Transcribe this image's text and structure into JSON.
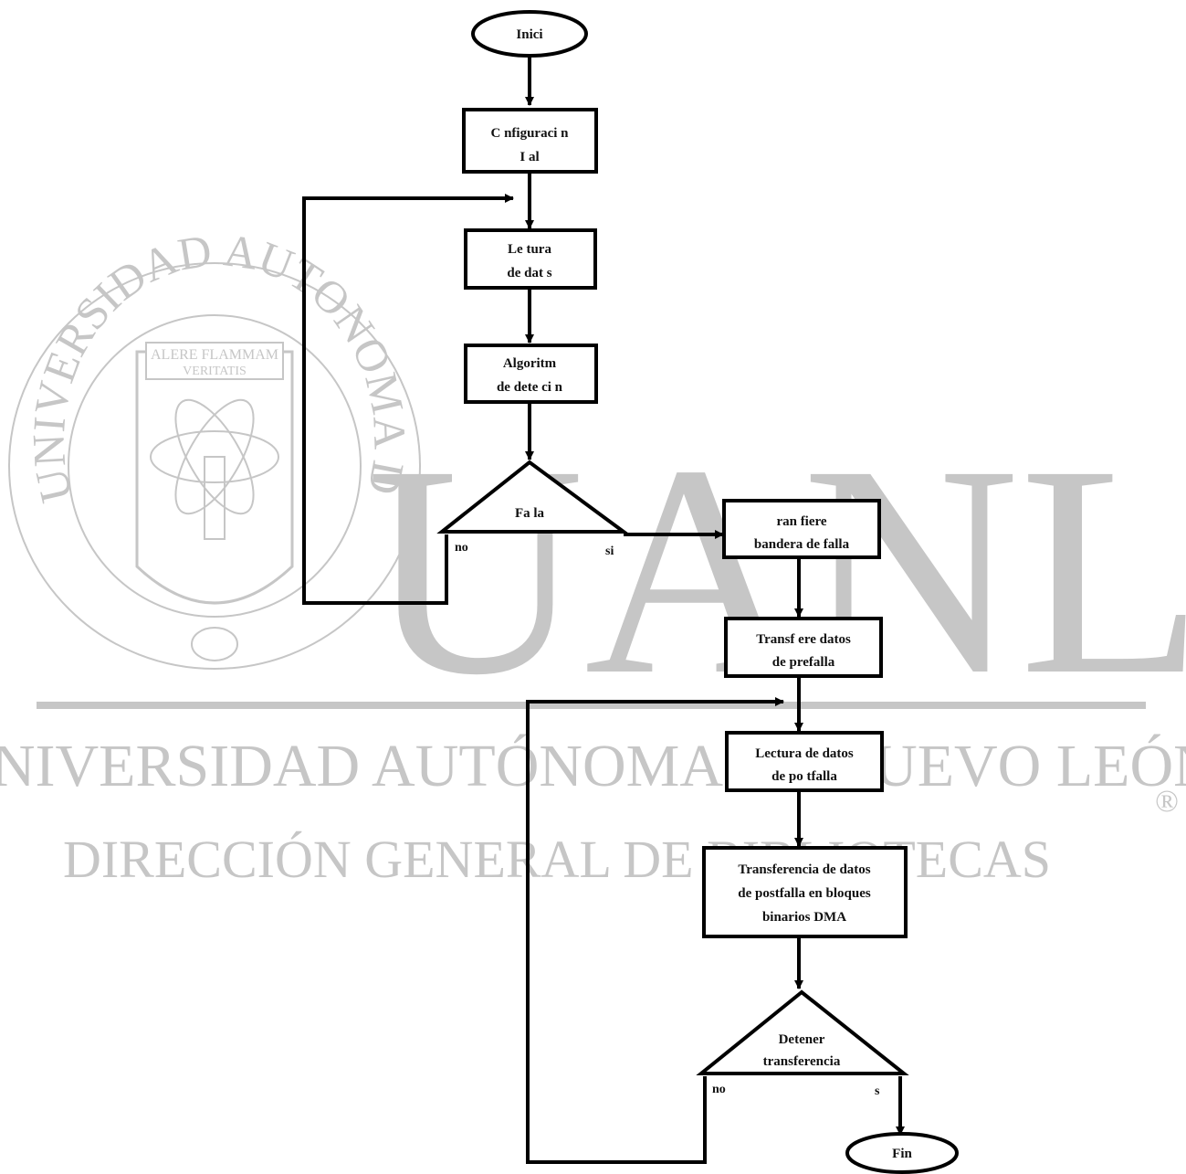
{
  "watermark": {
    "seal_ring_text": "UNIVERSIDAD AUTONOMA DE NUEVO LEON",
    "seal_motto_1": "ALERE FLAMMAM",
    "seal_motto_2": "VERITATIS",
    "big_letters": "UANL",
    "line_1": "UNIVERSIDAD AUTÓNOMA DE NUEVO LEÓN",
    "line_2": "DIRECCIÓN GENERAL DE BIBLIOTECAS",
    "registered_mark": "®"
  },
  "flowchart": {
    "nodes": {
      "inicio": {
        "lines": [
          "Inici"
        ]
      },
      "config": {
        "lines": [
          "C  nfiguraci  n",
          "I      al"
        ]
      },
      "lectura": {
        "lines": [
          "Le  tura",
          "de dat  s"
        ]
      },
      "algoritmo": {
        "lines": [
          "Algoritm",
          "de dete  ci  n"
        ]
      },
      "falla": {
        "lines": [
          "Fa  la"
        ]
      },
      "transfiere_bandera": {
        "lines": [
          "ran  fiere",
          "bandera de falla"
        ]
      },
      "transfiere_prefalla": {
        "lines": [
          "Transf ere datos",
          "de prefalla"
        ]
      },
      "lectura_postfalla": {
        "lines": [
          "Lectura de datos",
          "de po  tfalla"
        ]
      },
      "transferencia_bloques": {
        "lines": [
          "Transferencia de datos",
          "de postfalla en bloques",
          "binarios   DMA"
        ]
      },
      "detener": {
        "lines": [
          "Detener",
          "transferencia"
        ]
      },
      "fin": {
        "lines": [
          "Fin"
        ]
      }
    },
    "edge_labels": {
      "falla_no": "no",
      "falla_si": "si",
      "detener_no": "no",
      "detener_si": "s"
    }
  }
}
